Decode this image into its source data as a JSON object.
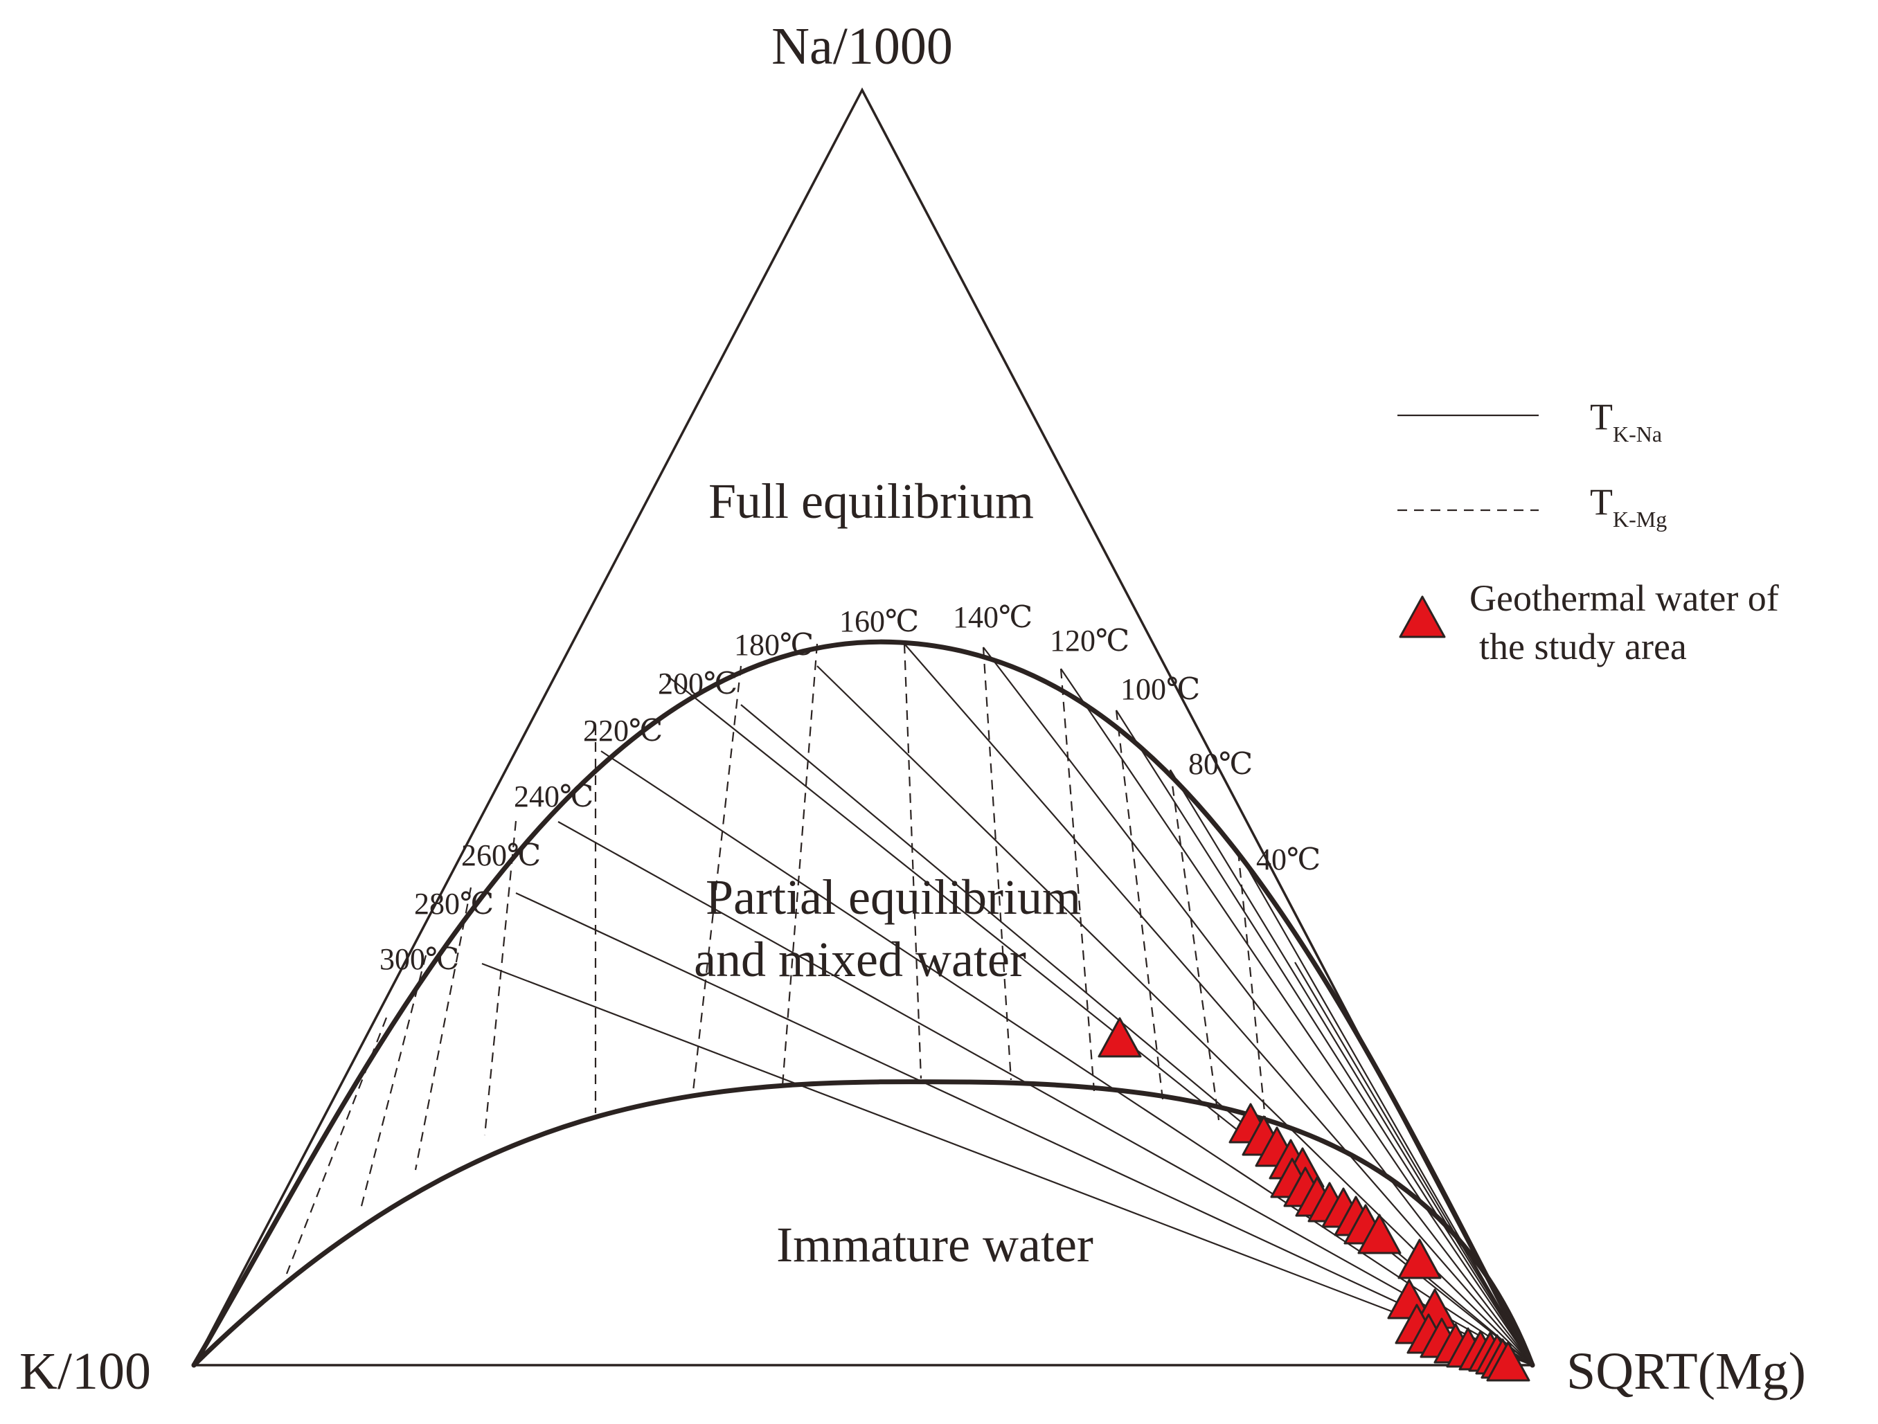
{
  "vertices": {
    "top": "Na/1000",
    "left": "K/100",
    "right": "SQRT(Mg)"
  },
  "regions": {
    "full": "Full equilibrium",
    "partial_line1": "Partial equilibrium",
    "partial_line2": "and mixed water",
    "immature": "Immature water"
  },
  "temperatures": [
    "300℃",
    "280℃",
    "260℃",
    "240℃",
    "220℃",
    "200℃",
    "180℃",
    "160℃",
    "140℃",
    "120℃",
    "100℃",
    "80℃",
    "40℃"
  ],
  "legend": {
    "kna_main": "T",
    "kna_sub": "K-Na",
    "kmg_main": "T",
    "kmg_sub": "K-Mg",
    "samples_line1": "Geothermal water of",
    "samples_line2": "the study area"
  },
  "colors": {
    "sample_fill": "#e3141b",
    "line": "#2b2321"
  },
  "samples_count": 27
}
